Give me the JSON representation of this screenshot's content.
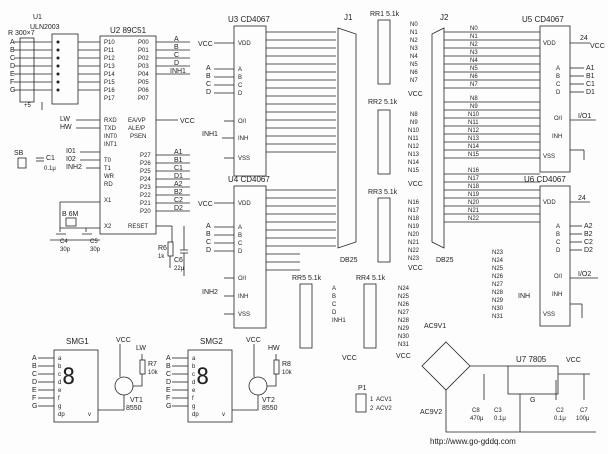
{
  "components": {
    "rpack_top": "R 300×7",
    "u1_ref": "U1",
    "u1_part": "ULN2003",
    "u2": "U2 89C51",
    "u3": "U3 CD4067",
    "u4": "U4 CD4067",
    "u5": "U5 CD4067",
    "u6": "U6 CD4067",
    "u7": "U7 7805",
    "j1": "J1",
    "j2": "J2",
    "db25_1": "DB25",
    "db25_2": "DB25",
    "rr1": "RR1 5.1k",
    "rr2": "RR2 5.1k",
    "rr3": "RR3 5.1k",
    "rr4": "RR4 5.1k",
    "rr5": "RR5 5.1k",
    "smg1": "SMG1",
    "smg2": "SMG2",
    "vt1": "VT1",
    "vt1_part": "8550",
    "vt2": "VT2",
    "vt2_part": "8550",
    "r7": "R7",
    "r7_val": "10k",
    "r8": "R8",
    "r8_val": "10k",
    "r6": "R6",
    "r6_val": "1k",
    "c6": "C6",
    "c6_val": "22μ",
    "c1": "C1",
    "c1_val": "0.1μ",
    "c4": "C4",
    "c4_val": "30p",
    "c5": "C5",
    "c5_val": "30p",
    "crystal": "B 6M",
    "sb": "SB",
    "p1": "P1",
    "ac1": "ACV1",
    "ac2": "ACV2",
    "acv1_bridge": "AC9V1",
    "acv2_bridge": "AC9V2",
    "c8": "C8",
    "c8_val": "470μ",
    "c3": "C3",
    "c3_val": "0.1μ",
    "c2": "C2",
    "c2_val": "0.1μ",
    "c7": "C7",
    "c7_val": "100μ",
    "reg_g": "G",
    "url": "http://www.go-gddq.com"
  },
  "net_labels": {
    "vcc": "VCC",
    "inh1": "INH1",
    "inh2": "INH2",
    "lw": "LW",
    "hw": "HW",
    "plus5": "+5"
  },
  "u2_pins_left": [
    "P10",
    "P11",
    "P12",
    "P13",
    "P14",
    "P15",
    "P16",
    "P17",
    "RXD",
    "TXD",
    "INT0",
    "INT1",
    "T0",
    "T1",
    "WR",
    "RD",
    "X1",
    "X2"
  ],
  "u2_pins_right": [
    "P00",
    "P01",
    "P02",
    "P03",
    "P04",
    "P05",
    "P06",
    "P07",
    "EA/VP",
    "ALE/P",
    "PSEN",
    "P27",
    "P26",
    "P25",
    "P24",
    "P23",
    "P22",
    "P21",
    "P20",
    "RESET"
  ],
  "u2_right_nets": [
    "A",
    "B",
    "C",
    "D",
    "INH1",
    "",
    "",
    "",
    "",
    "",
    "",
    "A1",
    "B1",
    "C1",
    "D1",
    "A2",
    "B2",
    "C2",
    "D2",
    ""
  ],
  "u2_left_nets": [
    "A",
    "B",
    "C",
    "D",
    "E",
    "F",
    "G",
    "",
    "LW",
    "HW",
    "I01",
    "I02",
    "INH2",
    "",
    "",
    "",
    "",
    ""
  ],
  "cd4067_inputs": [
    "A",
    "B",
    "C",
    "D",
    "O/I",
    "INH",
    "VDD",
    "VSS"
  ],
  "u5_nets": [
    "A1",
    "B1",
    "C1",
    "D1",
    "I/O1"
  ],
  "u6_nets": [
    "A2",
    "B2",
    "C2",
    "D2",
    "I/O2"
  ],
  "j2_nets_top": [
    "N0",
    "N1",
    "N2",
    "N3",
    "N4",
    "N5",
    "N6",
    "N7",
    "N8",
    "N9",
    "N10",
    "N11",
    "N12",
    "N13",
    "N14",
    "N15",
    "N16",
    "N17",
    "N18",
    "N19",
    "N20",
    "N21",
    "N22"
  ],
  "u6_left_nets": [
    "N23",
    "N24",
    "N25",
    "N26",
    "N27",
    "N28",
    "N29",
    "N30",
    "N31"
  ],
  "rr5_nets": [
    "A",
    "B",
    "C",
    "D",
    "INH1",
    "",
    "",
    ""
  ],
  "rr4_nets": [
    "N24",
    "N25",
    "N26",
    "N27",
    "N28",
    "N29",
    "N30",
    "N31"
  ],
  "seg_pins": [
    "a",
    "b",
    "c",
    "d",
    "e",
    "f",
    "g",
    "dp"
  ],
  "seg_nets": [
    "A",
    "B",
    "C",
    "D",
    "E",
    "F",
    "G"
  ]
}
